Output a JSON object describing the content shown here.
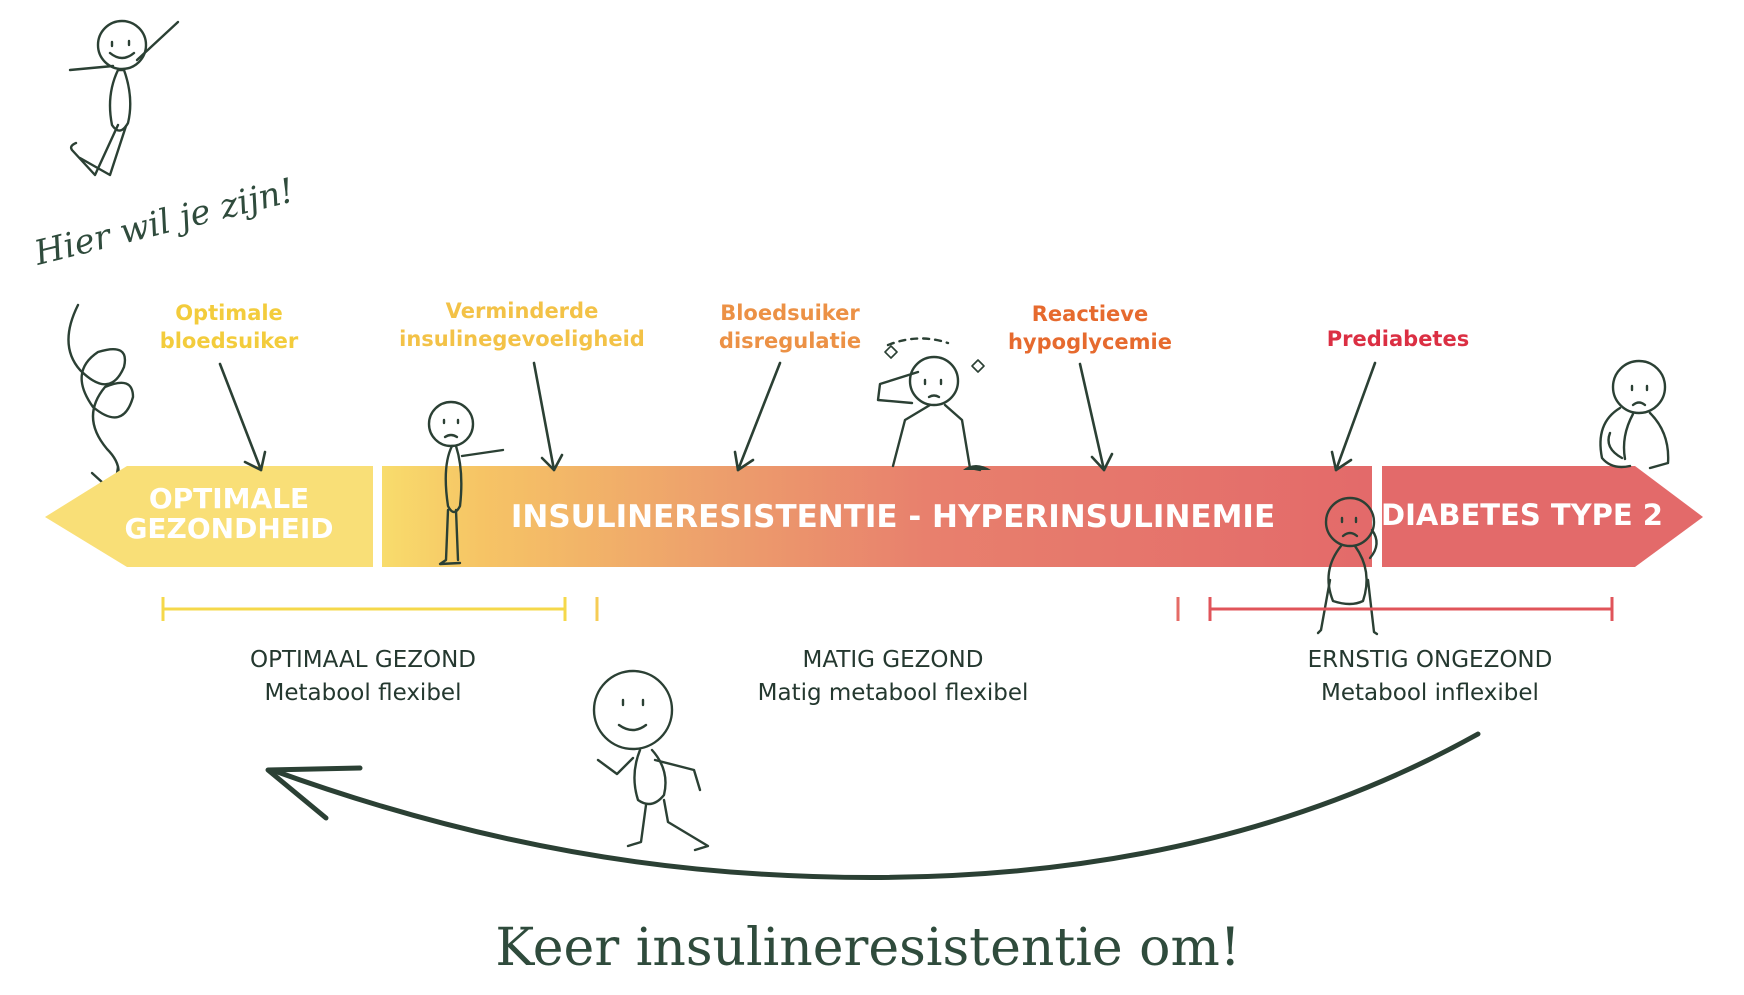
{
  "hier_text": "Hier wil je zijn!",
  "stage_labels": [
    {
      "line1": "Optimale",
      "line2": "bloedsuiker",
      "color": "#f3cc3c"
    },
    {
      "line1": "Verminderde",
      "line2": "insulinegevoeligheid",
      "color": "#f3c247"
    },
    {
      "line1": "Bloedsuiker",
      "line2": "disregulatie",
      "color": "#ec9145"
    },
    {
      "line1": "Reactieve",
      "line2": "hypoglycemie",
      "color": "#e66a2e"
    },
    {
      "line1": "Prediabetes",
      "line2": "",
      "color": "#db2f43"
    }
  ],
  "bands": {
    "optimal": {
      "line1": "OPTIMALE",
      "line2": "GEZONDHEID"
    },
    "middle": "INSULINERESISTENTIE - HYPERINSULINEMIE",
    "diabetes": "DIABETES TYPE 2"
  },
  "ranges": [
    {
      "title": "OPTIMAAL GEZOND",
      "subtitle": "Metabool flexibel",
      "color": "#f5d84a"
    },
    {
      "title": "MATIG GEZOND",
      "subtitle": "Matig metabool flexibel",
      "color": "#e56b66"
    },
    {
      "title": "ERNSTIG ONGEZOND",
      "subtitle": "Metabool inflexibel",
      "color": "#e0545a"
    }
  ],
  "bottom_text": "Keer insulineresistentie om!",
  "colors": {
    "yellow": "#f9df77",
    "red": "#e36a6a",
    "dark_green": "#2b4034"
  }
}
